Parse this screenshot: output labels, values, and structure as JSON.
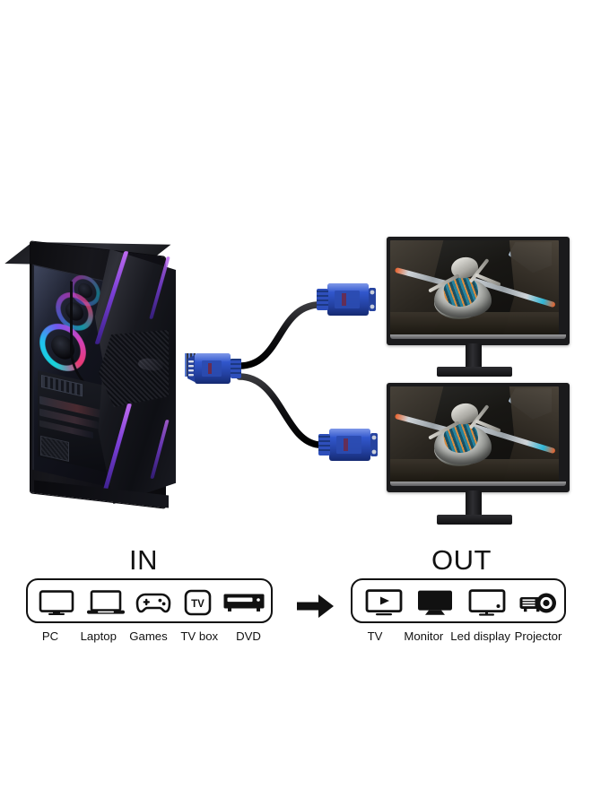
{
  "product": {
    "type": "vga-splitter-infographic",
    "description": "VGA Y splitter cable connecting one PC to two monitors",
    "cable_color": "#2a4fbf",
    "accent_rgb_color": "#a05fe0"
  },
  "diagram": {
    "source_device": "gaming-pc-tower",
    "cable": "vga-y-splitter",
    "output_devices": 2
  },
  "in_panel": {
    "heading": "IN",
    "items": [
      {
        "icon": "monitor-icon",
        "label": "PC"
      },
      {
        "icon": "laptop-icon",
        "label": "Laptop"
      },
      {
        "icon": "gamepad-icon",
        "label": "Games"
      },
      {
        "icon": "tv-box-icon",
        "label": "TV box",
        "icon_text": "TV"
      },
      {
        "icon": "dvd-player-icon",
        "label": "DVD"
      }
    ]
  },
  "arrow": {
    "icon": "arrow-right-icon",
    "direction": "right"
  },
  "out_panel": {
    "heading": "OUT",
    "items": [
      {
        "icon": "tv-play-icon",
        "label": "TV"
      },
      {
        "icon": "monitor-filled-icon",
        "label": "Monitor"
      },
      {
        "icon": "led-display-icon",
        "label": "Led display"
      },
      {
        "icon": "projector-icon",
        "label": "Projector"
      }
    ]
  },
  "monitors": [
    {
      "name": "monitor-top",
      "screen_content": "game-scene"
    },
    {
      "name": "monitor-bottom",
      "screen_content": "game-scene"
    }
  ]
}
